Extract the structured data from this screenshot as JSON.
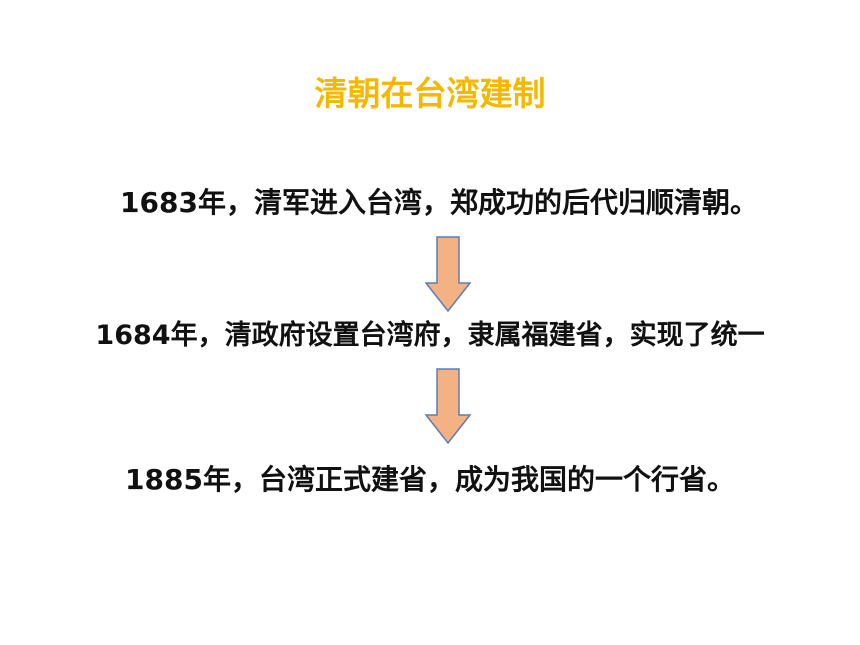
{
  "title": "清朝在台湾建制",
  "colors": {
    "title": "#f5b800",
    "text": "#111111",
    "arrow_fill": "#f4b183",
    "arrow_stroke": "#5b7fb4"
  },
  "steps": [
    {
      "text": "1683年，清军进入台湾，郑成功的后代归顺清朝。"
    },
    {
      "text": "1684年，清政府设置台湾府，隶属福建省，实现了统一"
    },
    {
      "text": "1885年，台湾正式建省，成为我国的一个行省。"
    }
  ],
  "arrows": [
    {
      "icon": "arrow-down-icon"
    },
    {
      "icon": "arrow-down-icon"
    }
  ]
}
